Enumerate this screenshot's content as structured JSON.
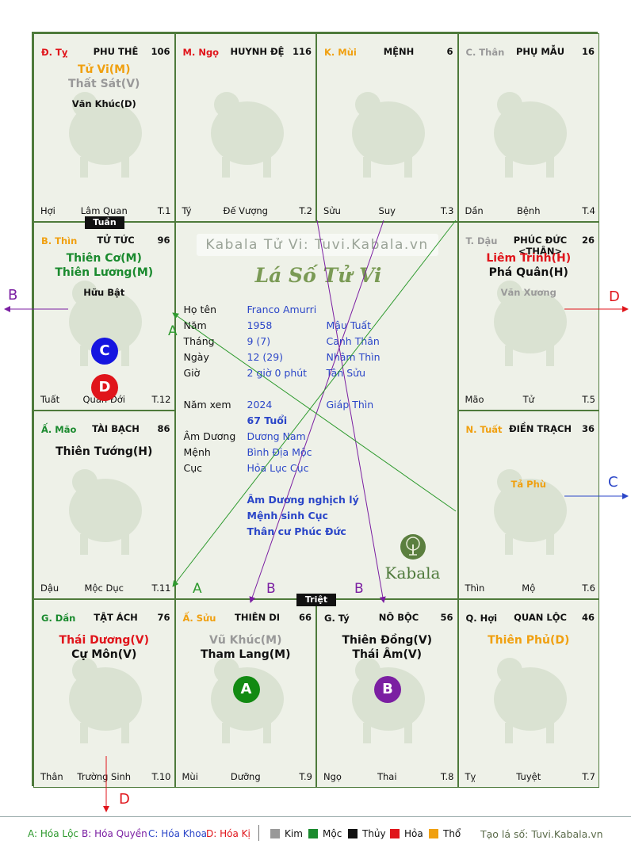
{
  "colors": {
    "kim": "#999999",
    "moc": "#1a8a2e",
    "thuy": "#111111",
    "hoa": "#e0151b",
    "tho": "#f0a010",
    "blue": "#2b46c8",
    "purple": "#7b1fa2",
    "green": "#2e9a2e",
    "red": "#e0151b"
  },
  "cells": [
    {
      "chi": "Đ. Tỵ",
      "cung": "PHU THÊ",
      "num": "106",
      "stars": [
        {
          "t": "Tử Vi(M)",
          "c": "tho"
        },
        {
          "t": "Thất Sát(V)",
          "c": "kim"
        },
        {
          "t": "Văn Khúc(D)",
          "c": "thuy",
          "small": true
        }
      ],
      "bot_l": "Hợi",
      "bot_m": "Lâm Quan",
      "bot_r": "T.1",
      "chi_color": "hoa"
    },
    {
      "chi": "M. Ngọ",
      "cung": "HUYNH ĐỆ",
      "num": "116",
      "stars": [],
      "bot_l": "Tý",
      "bot_m": "Đế Vượng",
      "bot_r": "T.2",
      "chi_color": "hoa"
    },
    {
      "chi": "K. Mùi",
      "cung": "MỆNH",
      "num": "6",
      "stars": [],
      "bot_l": "Sửu",
      "bot_m": "Suy",
      "bot_r": "T.3",
      "chi_color": "tho"
    },
    {
      "chi": "C. Thân",
      "cung": "PHỤ MẪU",
      "num": "16",
      "stars": [],
      "bot_l": "Dần",
      "bot_m": "Bệnh",
      "bot_r": "T.4",
      "chi_color": "kim"
    },
    {
      "chi": "B. Thìn",
      "cung": "TỬ TỨC",
      "num": "96",
      "stars": [
        {
          "t": "Thiên Cơ(M)",
          "c": "moc"
        },
        {
          "t": "Thiên Lương(M)",
          "c": "moc"
        },
        {
          "t": "Hữu Bật",
          "c": "thuy",
          "small": true
        }
      ],
      "bot_l": "Tuất",
      "bot_m": "Quan Đới",
      "bot_r": "T.12",
      "chi_color": "tho"
    },
    {
      "chi": "T. Dậu",
      "cung": "PHÚC ĐỨC <THÂN>",
      "num": "26",
      "stars": [
        {
          "t": "Liêm Trinh(H)",
          "c": "hoa"
        },
        {
          "t": "Phá Quân(H)",
          "c": "thuy"
        },
        {
          "t": "Văn Xương",
          "c": "kim",
          "small": true
        }
      ],
      "bot_l": "Mão",
      "bot_m": "Tử",
      "bot_r": "T.5",
      "chi_color": "kim"
    },
    {
      "chi": "Ấ. Mão",
      "cung": "TÀI BẠCH",
      "num": "86",
      "stars": [
        {
          "t": "Thiên Tướng(H)",
          "c": "thuy"
        }
      ],
      "bot_l": "Dậu",
      "bot_m": "Mộc Dục",
      "bot_r": "T.11",
      "chi_color": "moc"
    },
    {
      "chi": "N. Tuất",
      "cung": "ĐIỀN TRẠCH",
      "num": "36",
      "stars": [
        {
          "t": "Tả Phù",
          "c": "tho",
          "small": true
        }
      ],
      "bot_l": "Thìn",
      "bot_m": "Mộ",
      "bot_r": "T.6",
      "chi_color": "tho"
    },
    {
      "chi": "G. Dần",
      "cung": "TẬT ÁCH",
      "num": "76",
      "stars": [
        {
          "t": "Thái Dương(V)",
          "c": "hoa"
        },
        {
          "t": "Cự Môn(V)",
          "c": "thuy"
        }
      ],
      "bot_l": "Thân",
      "bot_m": "Trường Sinh",
      "bot_r": "T.10",
      "chi_color": "moc"
    },
    {
      "chi": "Ấ. Sửu",
      "cung": "THIÊN DI",
      "num": "66",
      "stars": [
        {
          "t": "Vũ Khúc(M)",
          "c": "kim"
        },
        {
          "t": "Tham Lang(M)",
          "c": "thuy"
        }
      ],
      "bot_l": "Mùi",
      "bot_m": "Dưỡng",
      "bot_r": "T.9",
      "chi_color": "tho"
    },
    {
      "chi": "G. Tý",
      "cung": "NÔ BỘC",
      "num": "56",
      "stars": [
        {
          "t": "Thiên Đồng(V)",
          "c": "thuy"
        },
        {
          "t": "Thái Âm(V)",
          "c": "thuy"
        }
      ],
      "bot_l": "Ngọ",
      "bot_m": "Thai",
      "bot_r": "T.8",
      "chi_color": "thuy"
    },
    {
      "chi": "Q. Hợi",
      "cung": "QUAN LỘC",
      "num": "46",
      "stars": [
        {
          "t": "Thiên Phủ(D)",
          "c": "tho"
        }
      ],
      "bot_l": "Tỵ",
      "bot_m": "Tuyệt",
      "bot_r": "T.7",
      "chi_color": "thuy"
    }
  ],
  "badges": {
    "tuan": "Tuần",
    "triet": "Triệt"
  },
  "circles": [
    {
      "cell": 4,
      "letter": "C",
      "color": "#1515e0"
    },
    {
      "cell": 4,
      "letter": "D",
      "color": "#e0151b"
    },
    {
      "cell": 9,
      "letter": "A",
      "color": "#128a12"
    },
    {
      "cell": 10,
      "letter": "B",
      "color": "#7b1fa2"
    }
  ],
  "center": {
    "watermark": "Kabala Tử Vi: Tuvi.Kabala.vn",
    "script_title": "Lá Số Tử Vi",
    "rows": [
      {
        "label": "Họ tên",
        "v1": "Franco Amurri",
        "v2": ""
      },
      {
        "label": "Năm",
        "v1": "1958",
        "v2": "Mậu Tuất"
      },
      {
        "label": "Tháng",
        "v1": "9  (7)",
        "v2": "Canh Thân"
      },
      {
        "label": "Ngày",
        "v1": "12  (29)",
        "v2": "Nhâm Thìn"
      },
      {
        "label": "Giờ",
        "v1": "2 giờ 0 phút",
        "v2": "Tân Sửu"
      },
      {
        "label": "Năm xem",
        "v1": "2024",
        "v2": "Giáp Thìn"
      },
      {
        "label": "",
        "v1": "67 Tuổi",
        "v2": ""
      },
      {
        "label": "Âm Dương",
        "v1": "Dương Nam",
        "v2": ""
      },
      {
        "label": "Mệnh",
        "v1": "Bình Địa Mộc",
        "v2": ""
      },
      {
        "label": "Cục",
        "v1": "Hỏa Lục Cục",
        "v2": ""
      }
    ],
    "notes": [
      "Âm Dương nghịch lý",
      "Mệnh sinh Cục",
      "Thân cư Phúc Đức"
    ],
    "logo_text": "Kabala"
  },
  "arrows": {
    "left_b": "B",
    "right_d": "D",
    "right_c": "C",
    "bottom_d": "D",
    "line_a1": "A",
    "line_a2": "A",
    "line_b1": "B",
    "line_b2": "B"
  },
  "legend": {
    "a": "A: Hóa Lộc",
    "b": "B: Hóa Quyền",
    "c": "C: Hóa Khoa",
    "d": "D: Hóa Kị",
    "kim": "Kim",
    "moc": "Mộc",
    "thuy": "Thủy",
    "hoa": "Hỏa",
    "tho": "Thổ",
    "site": "Tạo lá số: Tuvi.Kabala.vn"
  }
}
